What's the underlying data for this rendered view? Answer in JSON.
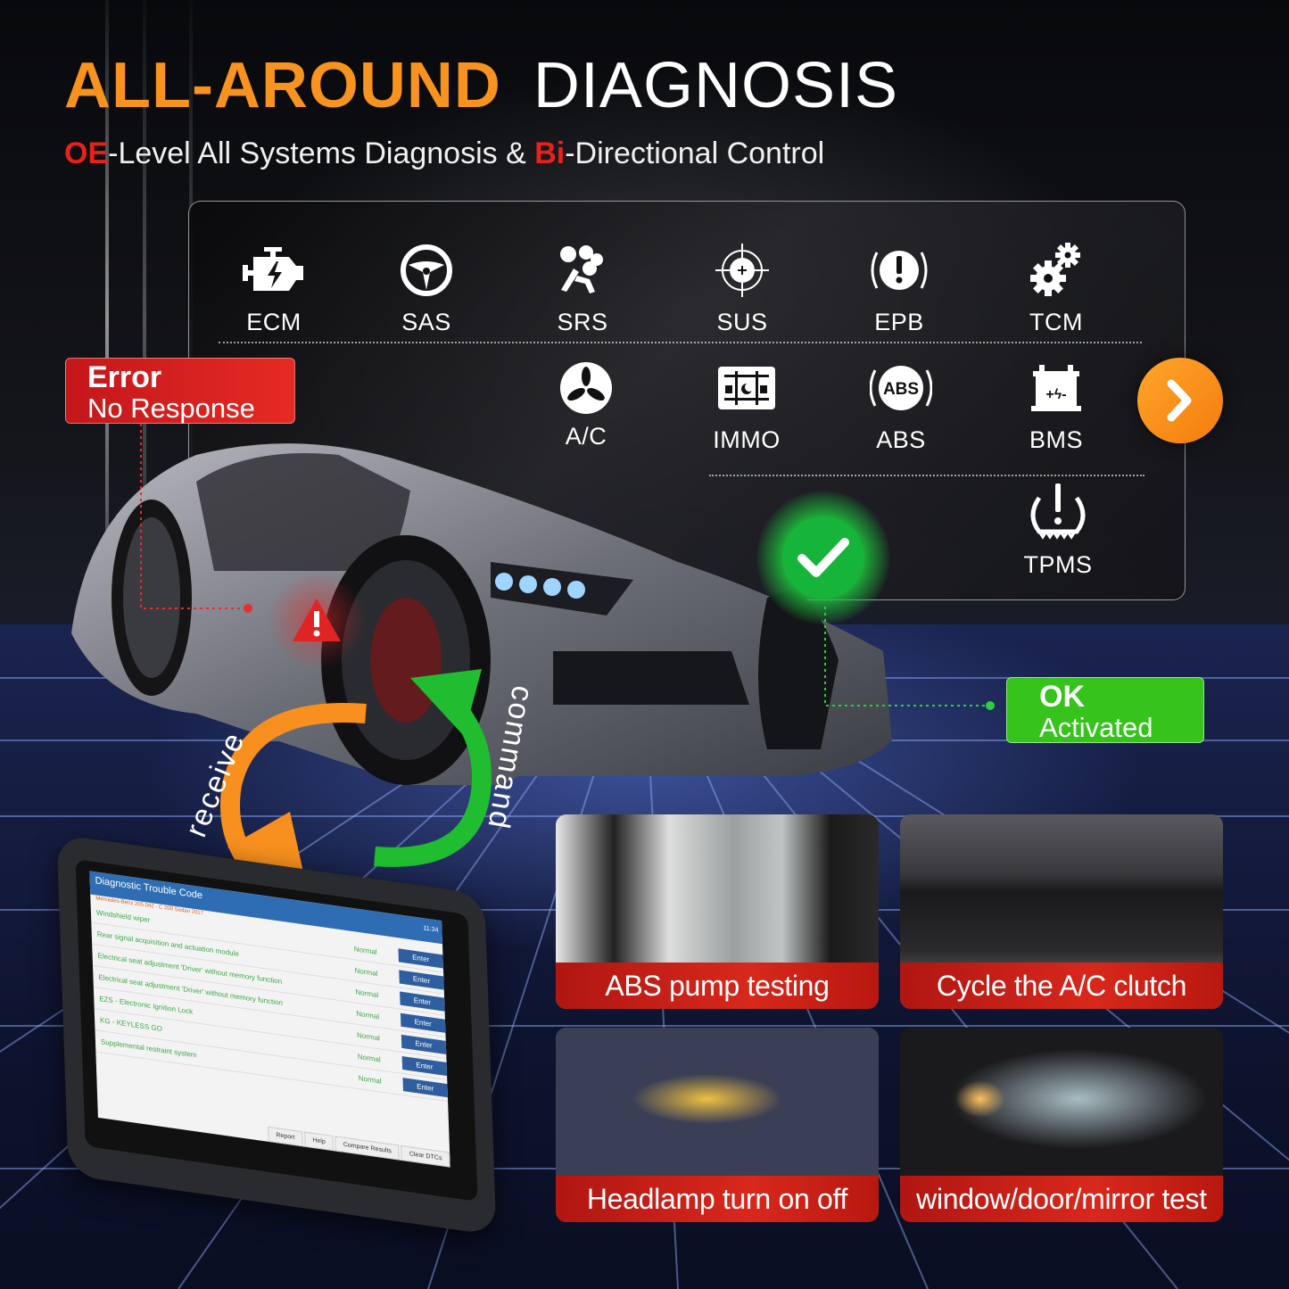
{
  "header": {
    "title_highlight": "ALL-AROUND",
    "title_rest": "DIAGNOSIS",
    "subtitle_parts": [
      {
        "text": "OE",
        "accent": true
      },
      {
        "text": "-Level All Systems Diagnosis & ",
        "accent": false
      },
      {
        "text": "Bi",
        "accent": true
      },
      {
        "text": "-Directional Control",
        "accent": false
      }
    ]
  },
  "systems_panel": {
    "row1": [
      {
        "label": "ECM",
        "icon": "engine-icon"
      },
      {
        "label": "SAS",
        "icon": "steering-wheel-icon"
      },
      {
        "label": "SRS",
        "icon": "airbag-icon"
      },
      {
        "label": "SUS",
        "icon": "suspension-target-icon"
      },
      {
        "label": "EPB",
        "icon": "parking-brake-icon"
      },
      {
        "label": "TCM",
        "icon": "gears-icon"
      }
    ],
    "row2": [
      {
        "label": "A/C",
        "icon": "fan-icon"
      },
      {
        "label": "IMMO",
        "icon": "immobilizer-icon"
      },
      {
        "label": "ABS",
        "icon": "abs-icon"
      },
      {
        "label": "BMS",
        "icon": "battery-icon"
      }
    ],
    "row3": [
      {
        "label": "TPMS",
        "icon": "tire-pressure-icon"
      }
    ],
    "next_button_icon": "chevron-right-icon"
  },
  "status_tags": {
    "error": {
      "heading": "Error",
      "detail": "No Response"
    },
    "ok": {
      "heading": "OK",
      "detail": "Activated"
    }
  },
  "arrows": {
    "receive": "receive",
    "command": "command"
  },
  "tablet_screen": {
    "title": "Diagnostic Trouble Code",
    "vehicle_line": "Mercedes-Benz 205.042 - C 200 Sedan 2017",
    "clock": "11:34",
    "rows": [
      {
        "name": "Windshield wiper",
        "status": "Normal",
        "action": "Enter"
      },
      {
        "name": "Rear signal acquisition and actuation module",
        "status": "Normal",
        "action": "Enter"
      },
      {
        "name": "Electrical seat adjustment 'Driver' without memory function",
        "status": "Normal",
        "action": "Enter"
      },
      {
        "name": "Electrical seat adjustment 'Driver' without memory function",
        "status": "Normal",
        "action": "Enter"
      },
      {
        "name": "EZS - Electronic Ignition Lock",
        "status": "Normal",
        "action": "Enter"
      },
      {
        "name": "KG - KEYLESS GO",
        "status": "Normal",
        "action": "Enter"
      },
      {
        "name": "Supplemental restraint system",
        "status": "Normal",
        "action": "Enter"
      }
    ],
    "buttons": [
      "Report",
      "Help",
      "Compare Results",
      "Clear DTCs"
    ]
  },
  "feature_cards": [
    {
      "caption": "ABS pump testing"
    },
    {
      "caption": "Cycle the A/C clutch"
    },
    {
      "caption": "Headlamp turn on off"
    },
    {
      "caption": "window/door/mirror test"
    }
  ],
  "colors": {
    "orange_accent": "#f7931e",
    "red_accent": "#e8211d",
    "error_tag": "#d52020",
    "ok_tag": "#36c31c",
    "caption_red": "#c81e16"
  }
}
